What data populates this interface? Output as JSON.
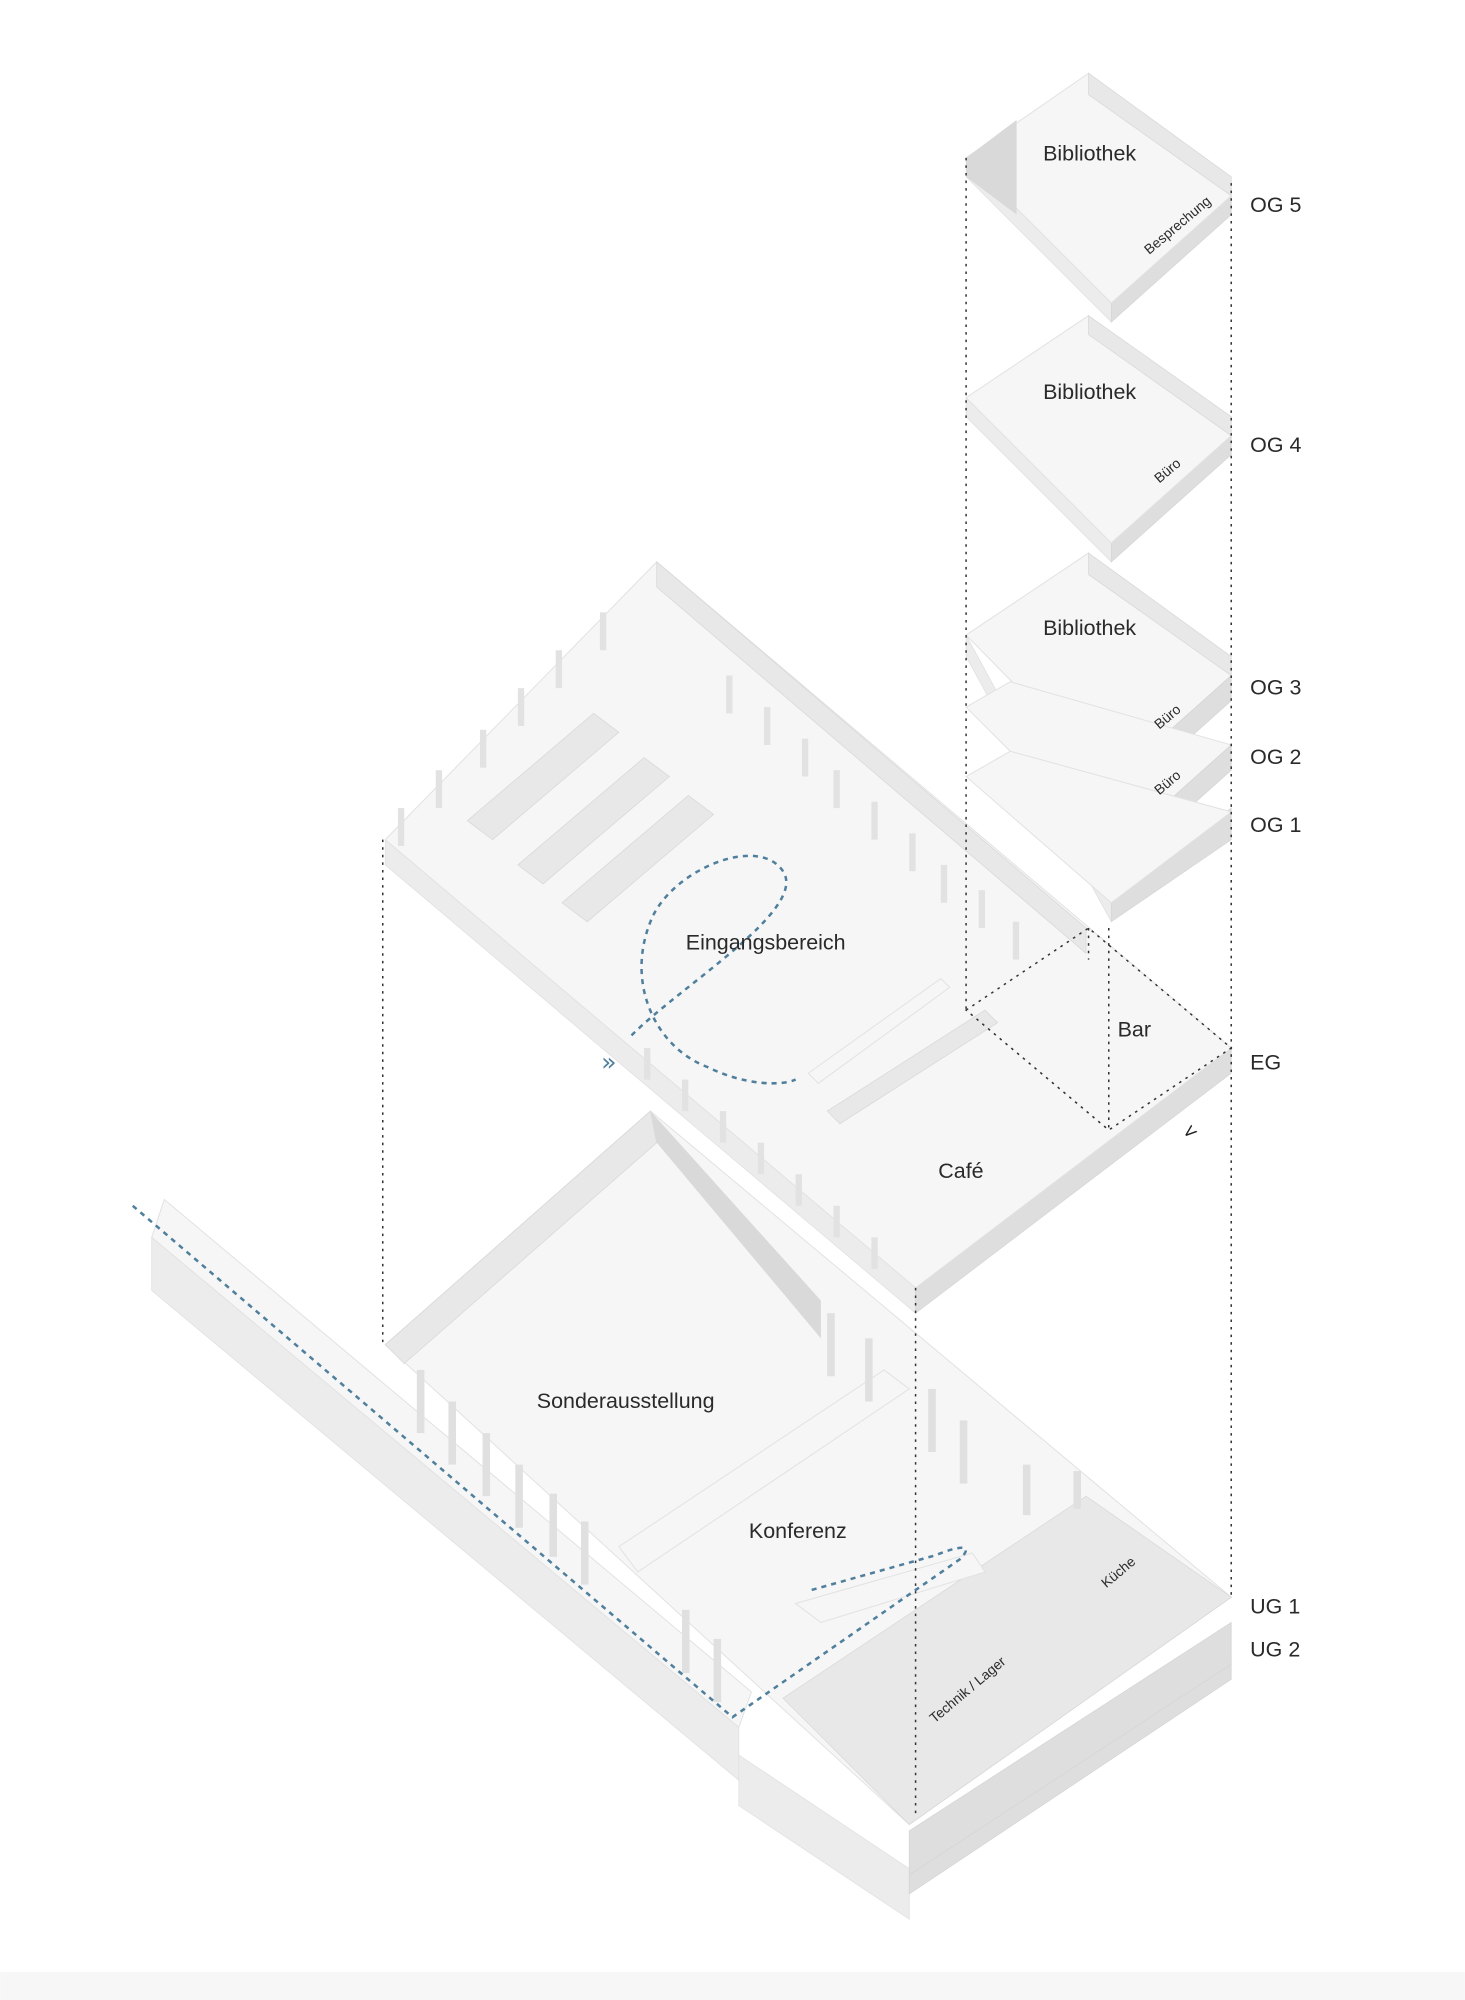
{
  "rooms": {
    "og5_main": "Bibliothek",
    "og5_meeting": "Besprechung",
    "og4_main": "Bibliothek",
    "og4_office": "Büro",
    "og3_main": "Bibliothek",
    "og3_office": "Büro",
    "og2_office": "Büro",
    "eg_entrance": "Eingangsbereich",
    "eg_bar": "Bar",
    "eg_cafe": "Café",
    "ug_exhibition": "Sonderausstellung",
    "ug_conference": "Konferenz",
    "ug_kitchen": "Küche",
    "ug_storage": "Technik / Lager"
  },
  "levels": [
    "OG 5",
    "OG 4",
    "OG 3",
    "OG 2",
    "OG 1",
    "EG",
    "UG 1",
    "UG 2"
  ],
  "colors": {
    "path": "#4f7f9c",
    "model": "#f6f6f6",
    "text": "#2a2a2a"
  }
}
